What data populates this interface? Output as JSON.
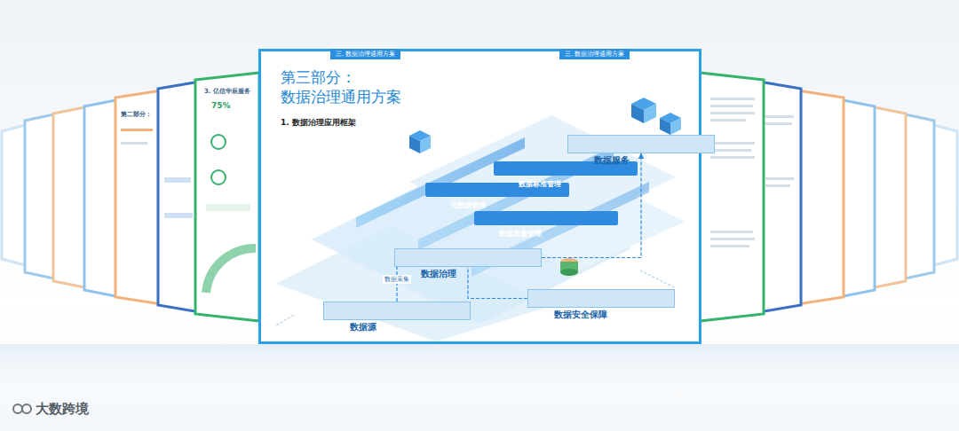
{
  "diagram": {
    "nodes": [
      {
        "text": [
          "第三部分： 数据治理通用方案",
          "1. 数据治理应用框架"
        ]
      },
      {
        "text": [
          "数据治理"
        ],
        "in": 0
      },
      {
        "text": [
          "元数据管理"
        ],
        "in": 0
      },
      {
        "text": [
          "数据标准管理"
        ],
        "in": 0
      },
      {
        "text": [
          "数据质量管理"
        ],
        "in": 0
      },
      {
        "text": [
          "数据服务"
        ],
        "in": 0
      },
      {
        "text": [
          "数据源"
        ],
        "in": 0
      },
      {
        "text": [
          "数据安全保障"
        ],
        "in": 0
      }
    ],
    "edges": [
      {
        "from": 6,
        "to": 1,
        "label": "数据采集",
        "arrow": "to"
      },
      {
        "from": 1,
        "to": 5,
        "arrow": "to"
      },
      {
        "from": 7,
        "to": 1,
        "arrow": "none"
      }
    ],
    "labels": [
      "三. 数据治理通用方案",
      "三. 数据治理通用方案",
      "第二部分：",
      "3. 亿信华辰服务",
      "75%",
      "大数跨境"
    ]
  }
}
